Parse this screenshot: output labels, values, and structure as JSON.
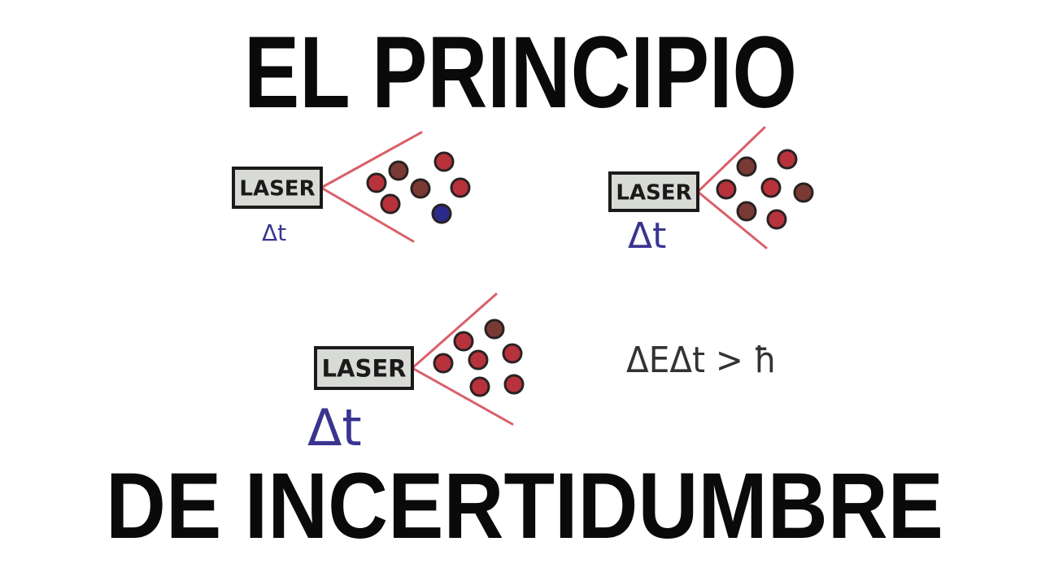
{
  "title_top": "EL PRINCIPIO",
  "title_bottom": "DE INCERTIDUMBRE",
  "panels": [
    {
      "laser_label": "LASER",
      "time_label": "Δt",
      "dots": [
        "red",
        "brown",
        "red",
        "brown",
        "red",
        "red",
        "blue"
      ]
    },
    {
      "laser_label": "LASER",
      "time_label": "Δt",
      "dots": [
        "brown",
        "red",
        "red",
        "brown",
        "red",
        "brown",
        "red"
      ]
    },
    {
      "laser_label": "LASER",
      "time_label": "Δt",
      "dots": [
        "red",
        "brown",
        "red",
        "red",
        "red",
        "red",
        "red"
      ]
    }
  ],
  "equation": "ΔEΔt > ħ",
  "colors": {
    "beam": "#d9606a",
    "dot_red": "#b8323c",
    "dot_brown": "#7a3a34",
    "dot_blue": "#2c2a8a",
    "delta_t": "#3a3490",
    "laser_box": "#d8dad6"
  }
}
